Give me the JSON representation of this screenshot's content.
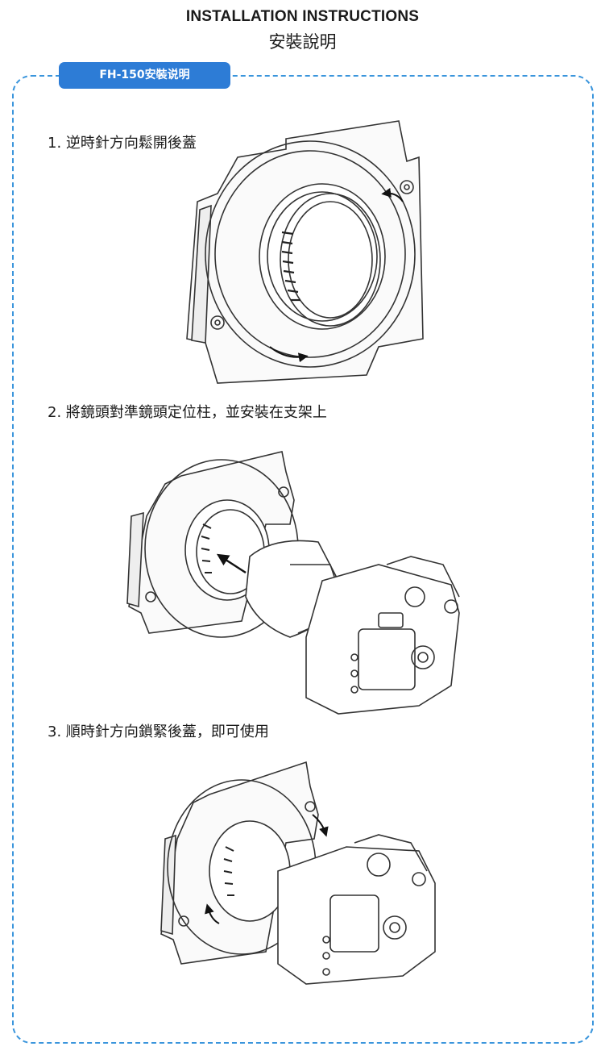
{
  "header": {
    "title_en": "INSTALLATION INSTRUCTIONS",
    "title_zh": "安裝說明"
  },
  "section": {
    "tag_label": "FH-150安裝说明"
  },
  "steps": [
    {
      "text": "1. 逆時針方向鬆開後蓋"
    },
    {
      "text": "2. 將鏡頭對準鏡頭定位柱，並安裝在支架上"
    },
    {
      "text": "3. 順時針方向鎖緊後蓋，即可使用"
    }
  ],
  "illustrations": [
    {
      "icon": "filter-holder-icon"
    },
    {
      "icon": "filter-holder-camera-align-icon"
    },
    {
      "icon": "filter-holder-camera-mounted-icon"
    }
  ],
  "colors": {
    "accent": "#2d7cd6",
    "frame": "#3a95dc",
    "line": "#333333"
  }
}
